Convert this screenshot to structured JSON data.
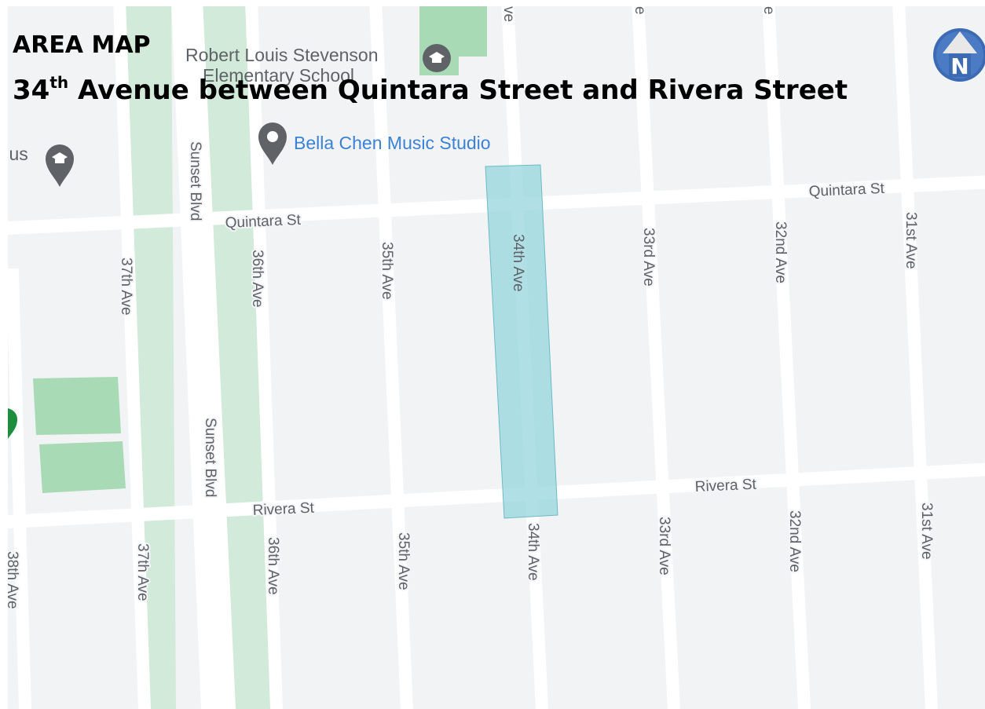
{
  "title": {
    "line1": "AREA MAP",
    "line2_prefix": "34",
    "line2_sup": "th",
    "line2_rest": " Avenue between Quintara Street and Rivera Street"
  },
  "compass": {
    "letter": "N"
  },
  "pois": {
    "school_top": "Robert Louis Stevenson",
    "school_bottom": "Elementary School",
    "music_studio": "Bella Chen Music Studio",
    "left_edge": "tius"
  },
  "streets": {
    "quintara_left": "Quintara St",
    "quintara_right": "Quintara St",
    "rivera_left": "Rivera St",
    "rivera_right": "Rivera St",
    "sunset_upper": "Sunset Blvd",
    "sunset_lower": "Sunset Blvd",
    "ave37_upper": "37th Ave",
    "ave37_lower": "37th Ave",
    "ave36_upper": "36th Ave",
    "ave36_lower": "36th Ave",
    "ave35_upper": "35th Ave",
    "ave35_lower": "35th Ave",
    "ave34_upper": "34th Ave",
    "ave34_lower": "34th Ave",
    "ave33_upper": "33rd Ave",
    "ave33_lower": "33rd Ave",
    "ave32_upper": "32nd Ave",
    "ave32_lower": "32nd Ave",
    "ave31_upper": "31st Ave",
    "ave31_lower": "31st Ave",
    "ave38_lower": "38th Ave",
    "top_clip_1": "ve",
    "top_clip_2": "e",
    "top_clip_3": "e"
  },
  "colors": {
    "block": "#f1f3f4",
    "road": "#ffffff",
    "park": "#a8dab5",
    "highlight": "#8fd3dc",
    "poi_blue": "#3b82d6",
    "compass": "#3c6bb4"
  },
  "icons": {
    "compass": "north-arrow-icon",
    "school_pin": "school-pin-icon",
    "music_pin": "location-pin-icon",
    "left_school_pin": "school-pin-icon",
    "green_pin": "green-pin-icon"
  }
}
